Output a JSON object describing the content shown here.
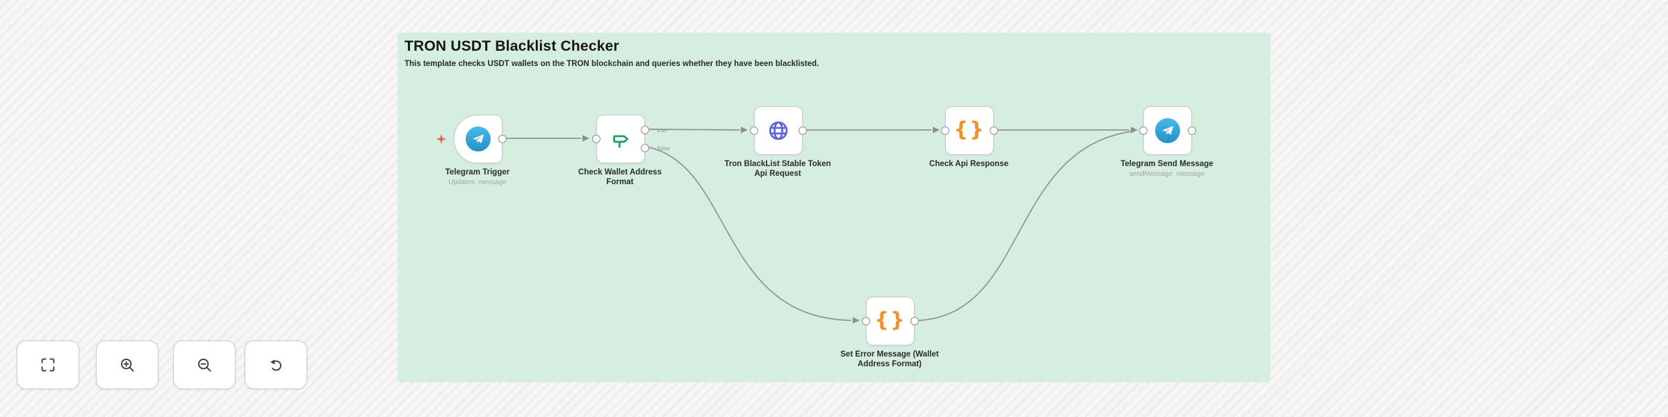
{
  "panel": {
    "title": "TRON USDT Blacklist Checker",
    "description": "This template checks USDT wallets on the TRON blockchain and queries whether they have been blacklisted."
  },
  "nodes": [
    {
      "name": "Telegram Trigger",
      "sublabel": "Updates: message",
      "icon": "telegram-icon",
      "type": "trigger"
    },
    {
      "name": "Check Wallet Address Format",
      "icon": "if-signpost-icon",
      "type": "if",
      "outputs": [
        {
          "label": "true"
        },
        {
          "label": "false"
        }
      ]
    },
    {
      "name": "Tron BlackList Stable Token Api Request",
      "icon": "globe-icon",
      "type": "http-request"
    },
    {
      "name": "Check Api Response",
      "icon": "braces-icon",
      "braces": "{}",
      "type": "code"
    },
    {
      "name": "Telegram Send Message",
      "sublabel": "sendMessage: message",
      "icon": "telegram-icon",
      "type": "telegram"
    },
    {
      "name": "Set Error Message (Wallet Address Format)",
      "icon": "braces-icon",
      "braces": "{}",
      "type": "code"
    }
  ],
  "controls": {
    "buttons": [
      "fit-view",
      "zoom-in",
      "zoom-out",
      "undo"
    ]
  },
  "colors": {
    "panel_background": "#d6eedf",
    "canvas_background": "#f6f5f3",
    "connection": "#929292",
    "telegram_blue": "#36a9e1",
    "if_green": "#1d9e5f",
    "http_indigo": "#5a63dd",
    "code_orange": "#f0922b",
    "trigger_sparkle": "#e0644d"
  }
}
